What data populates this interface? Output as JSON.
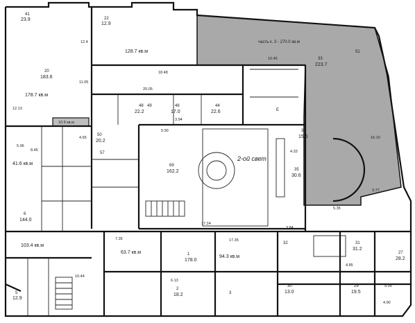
{
  "colors": {
    "shaded": "#a9a9a9",
    "gray_room": "#bdbdbd",
    "line": "#111111"
  },
  "shaded_area_label": "часть к. 3 - 270.0 кв.м",
  "atrium": {
    "label": "2-ой свет"
  },
  "rooms": [
    {
      "num": "41",
      "area": "23.9"
    },
    {
      "num": "22",
      "area": "12.9"
    },
    {
      "num": "",
      "area": "128.7 кв.м"
    },
    {
      "num": "20",
      "area": "183.6"
    },
    {
      "num": "",
      "area": "178.7 кв.м"
    },
    {
      "num": "",
      "area": "10.9 кв.м"
    },
    {
      "num": "",
      "area": "41.6 кв.м"
    },
    {
      "num": "6",
      "area": "144.0"
    },
    {
      "num": "",
      "area": "103.4 кв.м"
    },
    {
      "num": "5",
      "area": "12.9"
    },
    {
      "num": "48",
      "area": "22.2"
    },
    {
      "num": "46",
      "area": "17.0"
    },
    {
      "num": "44",
      "area": "22.6"
    },
    {
      "num": "50",
      "area": "20.2"
    },
    {
      "num": "33",
      "area": "15.6"
    },
    {
      "num": "35",
      "area": "30.6"
    },
    {
      "num": "69",
      "area": "162.2"
    },
    {
      "num": "33",
      "area": "223.7"
    },
    {
      "num": "51",
      "area": ""
    },
    {
      "num": "",
      "area": "63.7 кв.м"
    },
    {
      "num": "1",
      "area": "178.0"
    },
    {
      "num": "",
      "area": "94.3 кв.м"
    },
    {
      "num": "31",
      "area": "31.2"
    },
    {
      "num": "30",
      "area": "13.0"
    },
    {
      "num": "29",
      "area": "19.5"
    },
    {
      "num": "2",
      "area": "18.2"
    },
    {
      "num": "3",
      "area": ""
    },
    {
      "num": "27",
      "area": "28.2"
    },
    {
      "num": "57",
      "area": ""
    },
    {
      "num": "32",
      "area": ""
    },
    {
      "num": "E",
      "area": ""
    },
    {
      "num": "49",
      "area": ""
    }
  ],
  "dimensions": [
    "18.48",
    "20.05",
    "11.05",
    "12.4",
    "3.94",
    "5.90",
    "17.24",
    "17.35",
    "4.33",
    "3.84",
    "5.35",
    "10.45",
    "16.10",
    "5.06",
    "6.13",
    "8.45",
    "10.44",
    "7.35",
    "4.85",
    "5.09",
    "4.90",
    "3.77",
    "12.13",
    "4.65"
  ]
}
